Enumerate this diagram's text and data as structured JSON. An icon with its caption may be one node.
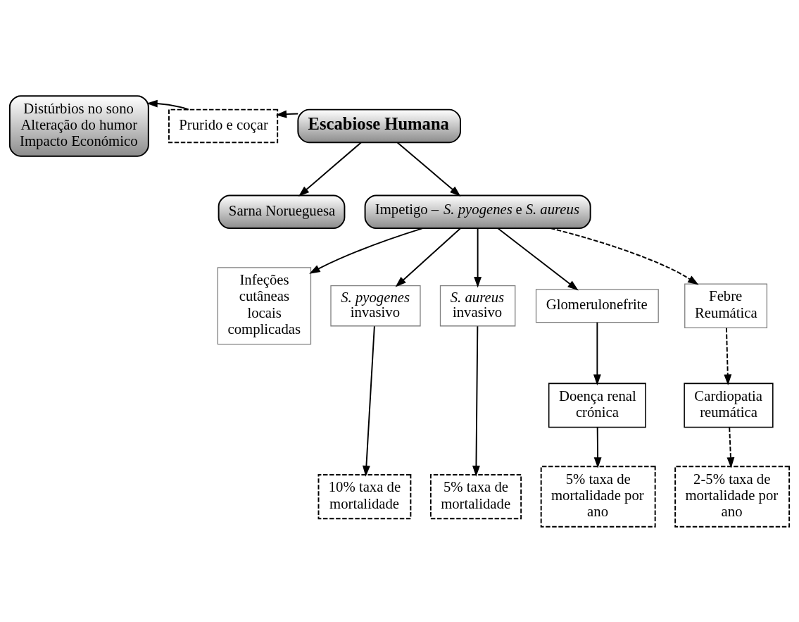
{
  "diagram": {
    "nodes": [
      {
        "text": [
          "Escabiose Humana"
        ]
      },
      {
        "text": [
          "Prurido e coçar"
        ]
      },
      {
        "text": [
          "Distúrbios no sono",
          "Alteração do humor",
          "Impacto Económico"
        ]
      },
      {
        "text": [
          "Sarna Norueguesa"
        ]
      },
      {
        "text": [
          "Impetigo – *S. pyogenes* e *S. aureus*"
        ]
      },
      {
        "text": [
          "Infeções cutâneas locais complicadas"
        ]
      },
      {
        "text": [
          "*S. pyogenes* invasivo"
        ]
      },
      {
        "text": [
          "*S. aureus* invasivo"
        ]
      },
      {
        "text": [
          "Glomerulonefrite"
        ]
      },
      {
        "text": [
          "Febre Reumática"
        ]
      },
      {
        "text": [
          "Doença renal crónica"
        ]
      },
      {
        "text": [
          "Cardiopatia reumática"
        ]
      },
      {
        "text": [
          "10% taxa de mortalidade"
        ]
      },
      {
        "text": [
          "5% taxa de mortalidade"
        ]
      },
      {
        "text": [
          "5% taxa de mortalidade por ano"
        ]
      },
      {
        "text": [
          "2-5% taxa de mortalidade por ano"
        ]
      }
    ],
    "edges": [
      {
        "from": 0,
        "to": 1,
        "arrow": "to"
      },
      {
        "from": 1,
        "to": 2,
        "arrow": "to"
      },
      {
        "from": 0,
        "to": 3,
        "arrow": "to"
      },
      {
        "from": 0,
        "to": 4,
        "arrow": "to"
      },
      {
        "from": 4,
        "to": 5,
        "arrow": "to"
      },
      {
        "from": 4,
        "to": 6,
        "arrow": "to"
      },
      {
        "from": 4,
        "to": 7,
        "arrow": "to"
      },
      {
        "from": 4,
        "to": 8,
        "arrow": "to"
      },
      {
        "from": 4,
        "to": 9,
        "arrow": "to",
        "style": "dashed"
      },
      {
        "from": 8,
        "to": 10,
        "arrow": "to"
      },
      {
        "from": 9,
        "to": 11,
        "arrow": "to",
        "style": "dashed"
      },
      {
        "from": 6,
        "to": 12,
        "arrow": "to"
      },
      {
        "from": 7,
        "to": 13,
        "arrow": "to"
      },
      {
        "from": 10,
        "to": 14,
        "arrow": "to"
      },
      {
        "from": 11,
        "to": 15,
        "arrow": "to",
        "style": "dashed"
      }
    ]
  }
}
